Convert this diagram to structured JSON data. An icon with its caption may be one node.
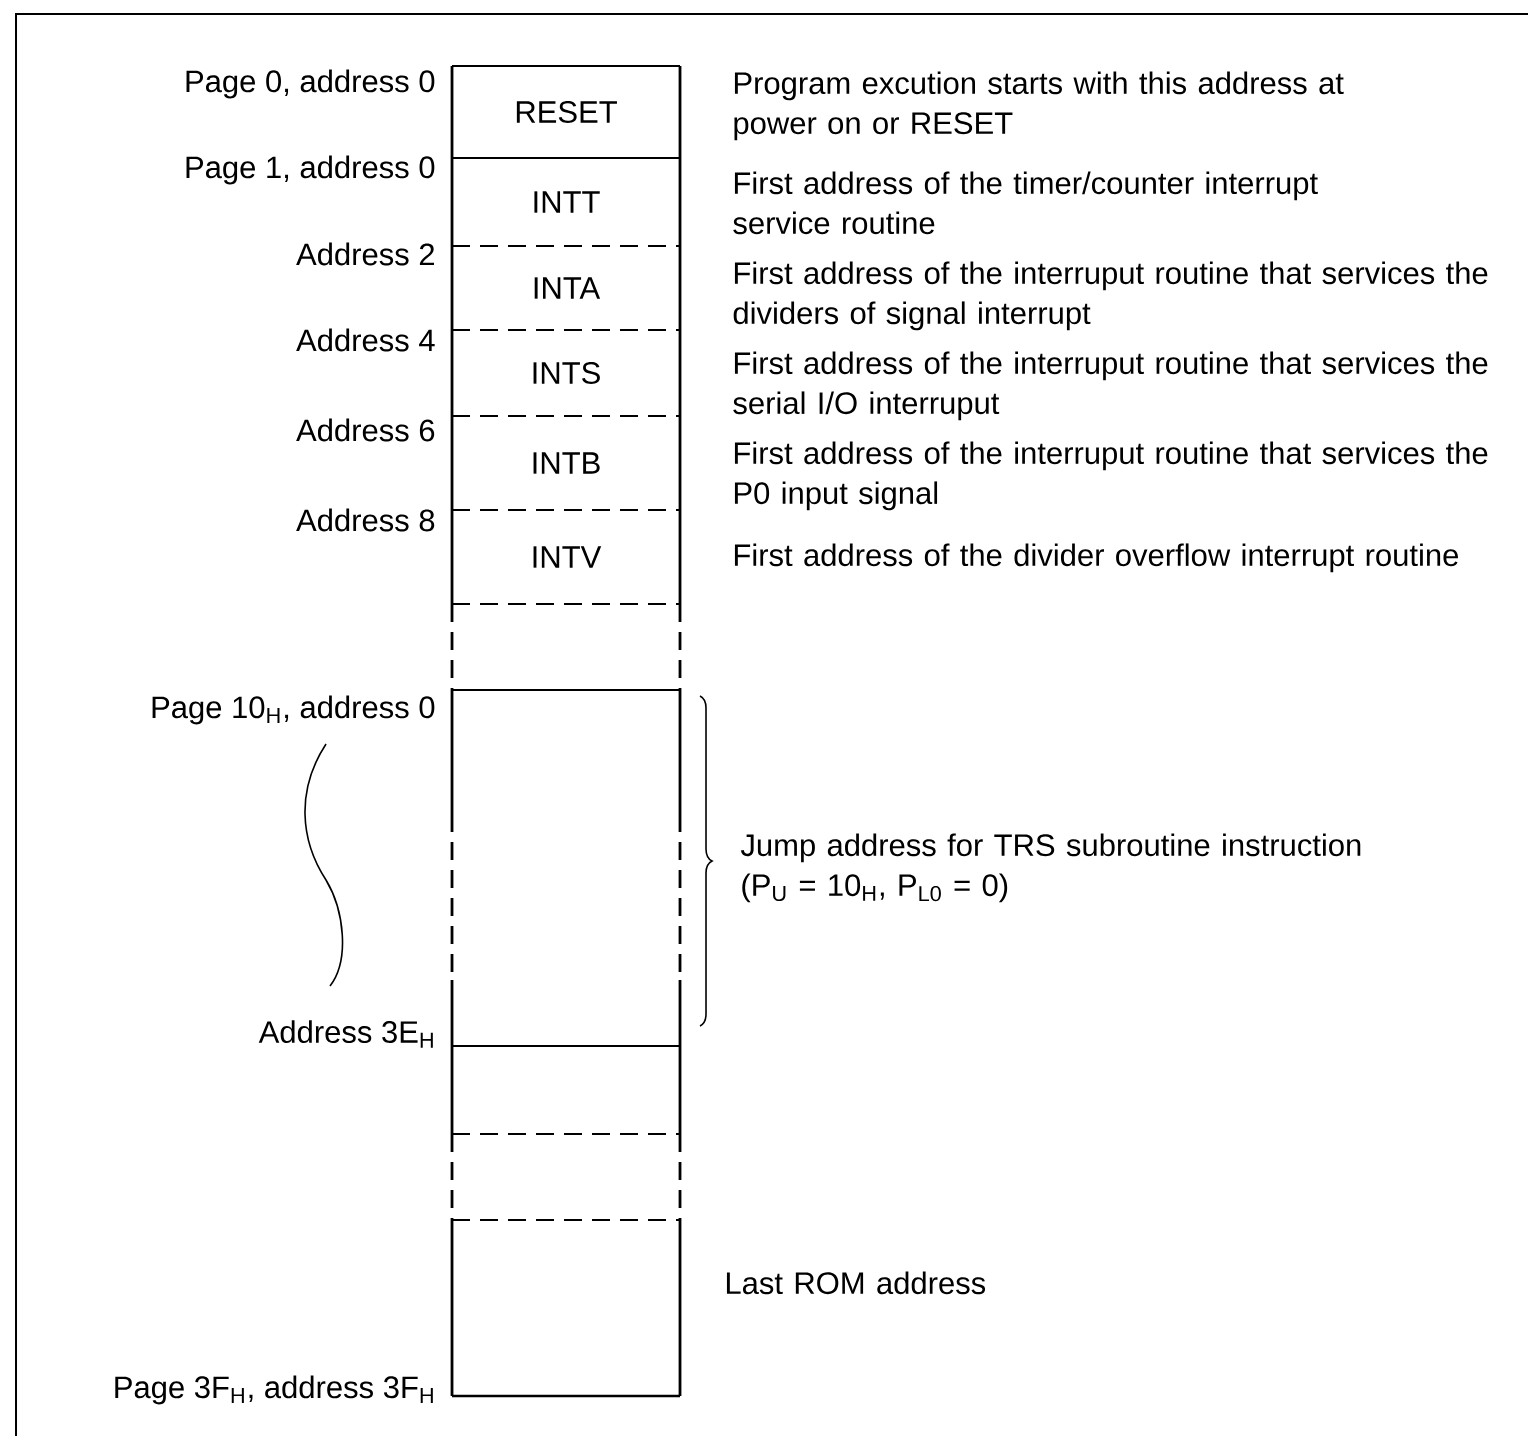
{
  "diagram": {
    "nodes": [
      {
        "text": [
          "RESET"
        ]
      },
      {
        "text": [
          "INTT"
        ]
      },
      {
        "text": [
          "INTA"
        ]
      },
      {
        "text": [
          "INTS"
        ]
      },
      {
        "text": [
          "INTB"
        ]
      },
      {
        "text": [
          "INTV"
        ]
      },
      {
        "text": [],
        "shape": "box"
      },
      {
        "text": [],
        "shape": "box"
      },
      {
        "text": [],
        "shape": "box"
      },
      {
        "text": [],
        "shape": "box"
      },
      {
        "text": [],
        "shape": "box",
        "beside": [
          "Page 3F$_{H}$, address 3F$_{H}$"
        ]
      }
    ],
    "labels": [
      "Page 0, address 0",
      "Program excution starts with this address at power on or RESET",
      "Page 1, address 0",
      "First address of the timer/counter interrupt service routine",
      "Address 2",
      "First address of the interruput routine that services the dividers of signal interrupt",
      "Address 4",
      "First address of the interruput routine that services the serial I/O interruput",
      "Address 6",
      "First address of the interruput routine that services the P0 input signal",
      "Address 8",
      "First address of the divider overflow interrupt routine",
      "Page 10$_{H}$, address 0",
      "Jump address for TRS subroutine instruction",
      "(P$_{U}$ = 10$_{H}$, P$_{L0}$ = 0)",
      "Address 3E$_{H}$",
      "Last ROM address"
    ]
  }
}
